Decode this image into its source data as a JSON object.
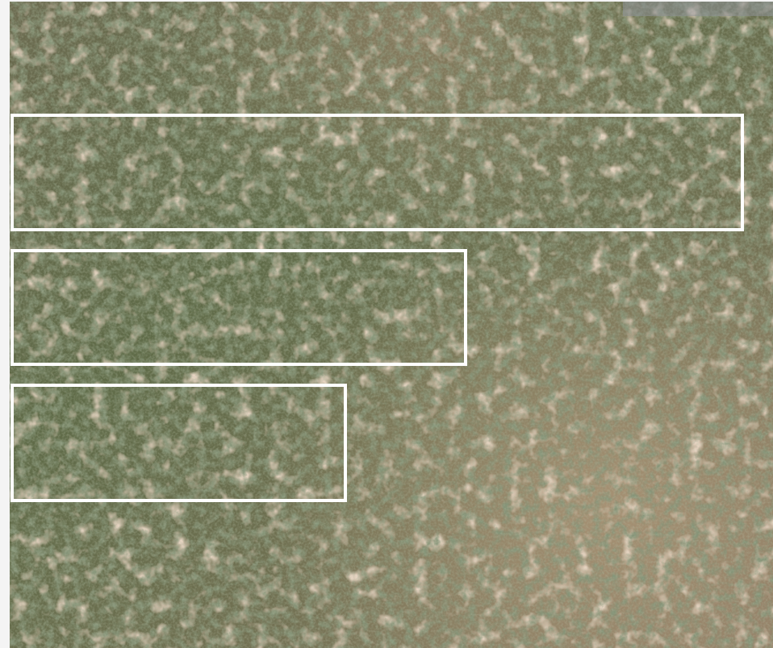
{
  "image": {
    "subject": "aerial-shrubland",
    "colors": {
      "vegetation_dark": "#3f4a33",
      "vegetation_mid": "#5f6b48",
      "vegetation_light": "#7a8558",
      "soil_light": "#c9a98a",
      "soil_pink": "#b98f7a",
      "highlight_box": "#ffffff"
    }
  },
  "annotations": [
    {
      "shape": "rectangle"
    },
    {
      "shape": "rectangle"
    },
    {
      "shape": "rectangle"
    }
  ]
}
